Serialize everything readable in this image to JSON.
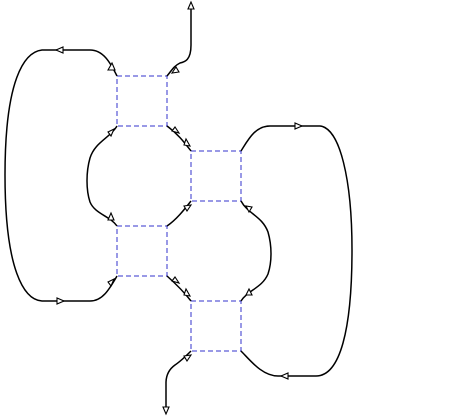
{
  "diagram": {
    "background": "#ffffff",
    "strand_color": "#000000",
    "box_edge_color": "#3333cc",
    "arrow_fill": "#ffffff",
    "boxes": [
      {
        "name": "upper-left-box"
      },
      {
        "name": "upper-right-box"
      },
      {
        "name": "lower-left-box"
      },
      {
        "name": "lower-right-box"
      }
    ],
    "strands": [
      {
        "name": "top-open-strand"
      },
      {
        "name": "bottom-open-strand"
      },
      {
        "name": "left-outer-loop"
      },
      {
        "name": "right-outer-loop"
      },
      {
        "name": "center-left-loop"
      },
      {
        "name": "center-right-loop"
      }
    ]
  }
}
